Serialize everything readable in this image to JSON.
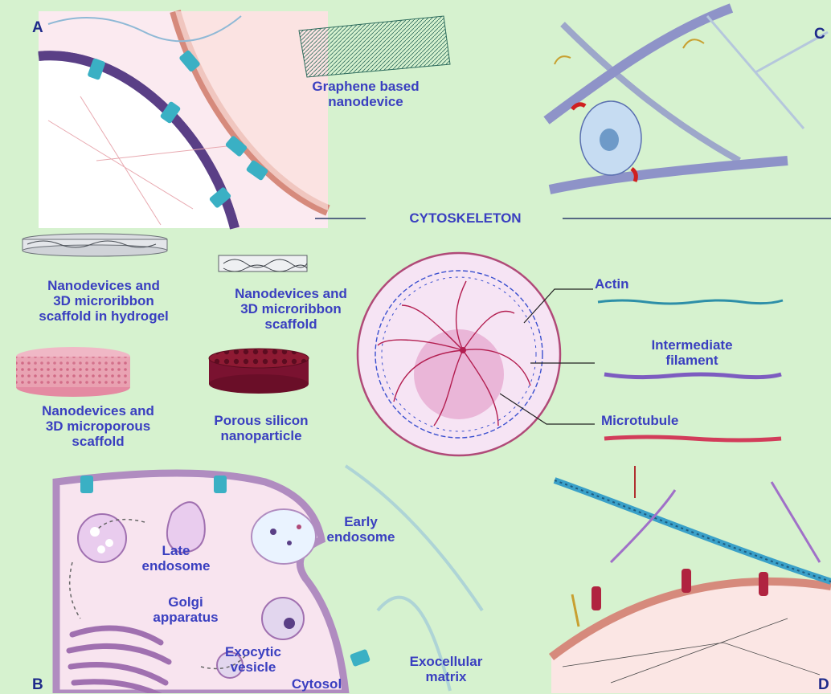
{
  "panels": {
    "a": "A",
    "b": "B",
    "c": "C",
    "d": "D"
  },
  "title": "CYTOSKELETON",
  "nanodevices": {
    "graphene": "Graphene based\nnanodevice",
    "hydrogel": "Nanodevices and\n3D microribbon\nscaffold in hydrogel",
    "microribbon": "Nanodevices and\n3D microribbon\nscaffold",
    "microporous": "Nanodevices and\n3D microporous\nscaffold",
    "porous_silicon": "Porous silicon\nnanoparticle"
  },
  "cytoskeleton_legend": {
    "actin": "Actin",
    "intermediate": "Intermediate\nfilament",
    "microtubule": "Microtubule"
  },
  "cell_parts": {
    "early_endosome": "Early\nendosome",
    "late_endosome": "Late\nendosome",
    "golgi": "Golgi\napparatus",
    "exocytic_vesicle": "Exocytic\nvesicle",
    "cytosol": "Cytosol",
    "exocellular_matrix": "Exocellular\nmatrix"
  },
  "colors": {
    "background": "#d6f2cf",
    "label": "#3a3fc0",
    "actin": "#2d8fa8",
    "intermediate_filament": "#7d5cc0",
    "microtubule": "#d23c5a",
    "membrane_purple": "#5a3f86",
    "membrane_salmon": "#d68a7c"
  }
}
